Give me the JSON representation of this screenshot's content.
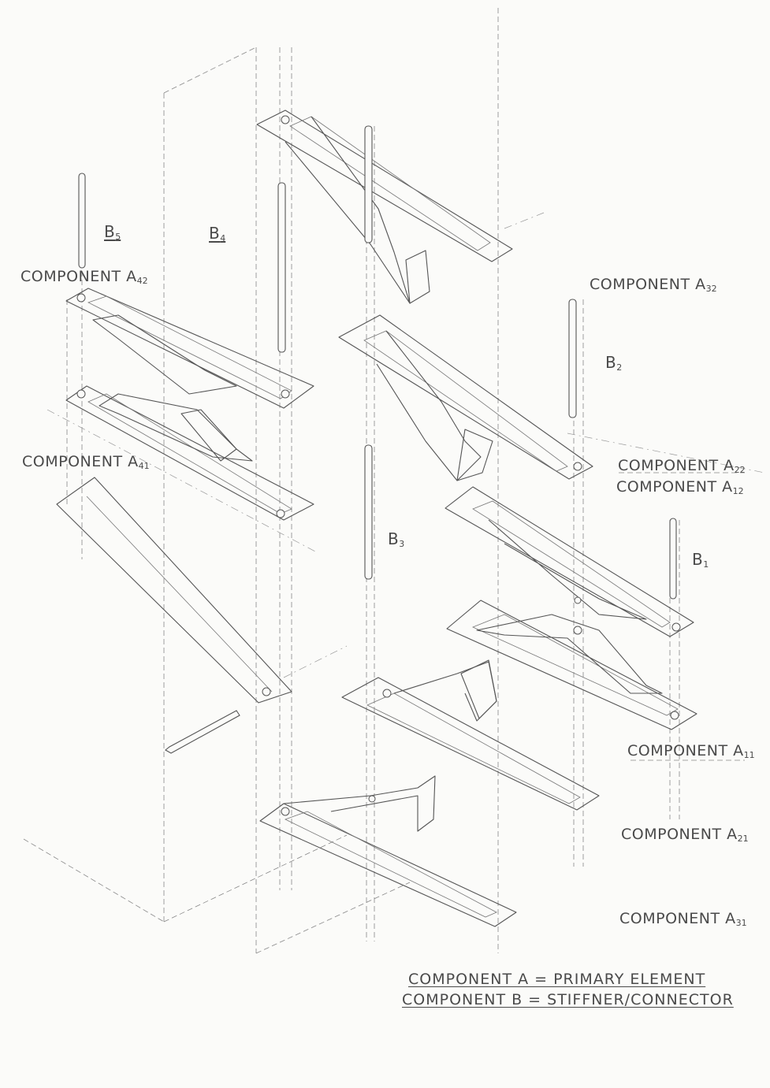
{
  "labels": {
    "a42": {
      "main": "COMPONENT A",
      "sub": "42"
    },
    "a41": {
      "main": "COMPONENT A",
      "sub": "41"
    },
    "a32": {
      "main": "COMPONENT A",
      "sub": "32"
    },
    "a22": {
      "main": "COMPONENT A",
      "sub": "22"
    },
    "a12": {
      "main": "COMPONENT A",
      "sub": "12"
    },
    "a11": {
      "main": "COMPONENT A",
      "sub": "11"
    },
    "a21": {
      "main": "COMPONENT A",
      "sub": "21"
    },
    "a31": {
      "main": "COMPONENT A",
      "sub": "31"
    },
    "b5": {
      "main": "B",
      "sub": "5"
    },
    "b4": {
      "main": "B",
      "sub": "4"
    },
    "b2": {
      "main": "B",
      "sub": "2"
    },
    "b3": {
      "main": "B",
      "sub": "3"
    },
    "b1": {
      "main": "B",
      "sub": "1"
    }
  },
  "legend": {
    "line1": "COMPONENT A = PRIMARY ELEMENT",
    "line2": "COMPONENT B = STIFFNER/CONNECTOR"
  },
  "colors": {
    "pencil": "#555555",
    "pencil_light": "#8a8a8a",
    "paper": "#fbfbf9"
  }
}
